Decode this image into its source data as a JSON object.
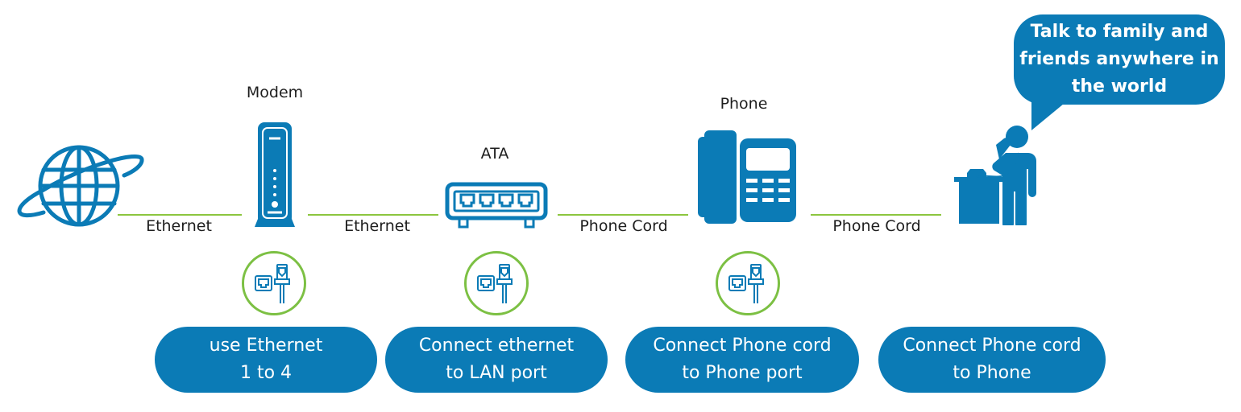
{
  "colors": {
    "primary": "#0b7bb6",
    "connector": "#8cc63f",
    "ring": "#7cc043"
  },
  "devices": [
    {
      "id": "internet",
      "label": "",
      "icon": "globe-icon"
    },
    {
      "id": "modem",
      "label": "Modem",
      "icon": "modem-icon"
    },
    {
      "id": "ata",
      "label": "ATA",
      "icon": "ata-switch-icon"
    },
    {
      "id": "phone",
      "label": "Phone",
      "icon": "desk-phone-icon"
    },
    {
      "id": "person",
      "label": "",
      "icon": "person-on-phone-icon"
    }
  ],
  "connections": [
    {
      "label": "Ethernet"
    },
    {
      "label": "Ethernet"
    },
    {
      "label": "Phone Cord"
    },
    {
      "label": "Phone Cord"
    }
  ],
  "port_icons": [
    {
      "icon": "ethernet-port-cable-icon"
    },
    {
      "icon": "ethernet-port-cable-icon"
    },
    {
      "icon": "ethernet-port-cable-icon"
    }
  ],
  "steps": [
    {
      "line1": "use Ethernet",
      "line2": "1 to 4"
    },
    {
      "line1": "Connect ethernet",
      "line2": "to LAN port"
    },
    {
      "line1": "Connect Phone cord",
      "line2": "to Phone port"
    },
    {
      "line1": "Connect Phone cord",
      "line2": "to Phone"
    }
  ],
  "speech_bubble": {
    "line1": "Talk to family and",
    "line2": "friends anywhere in",
    "line3": "the world"
  }
}
